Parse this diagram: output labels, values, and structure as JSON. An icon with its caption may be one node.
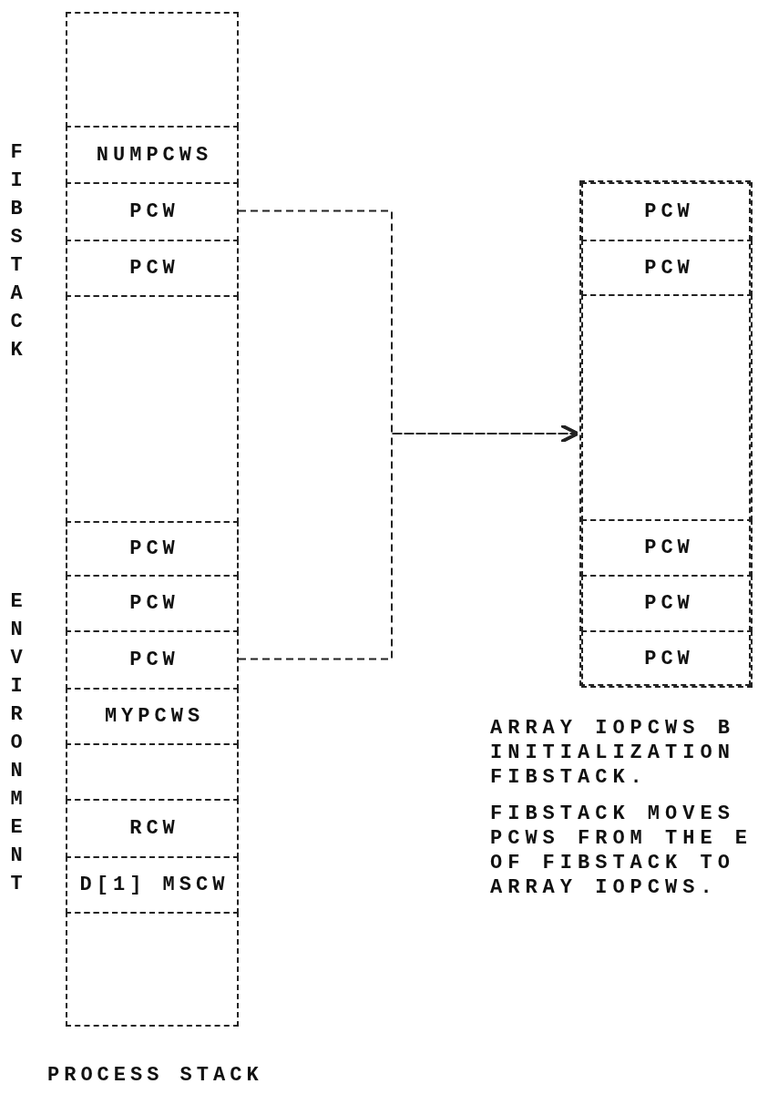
{
  "diagram": {
    "nodes": [
      {
        "text": [
          "PROCESS STACK"
        ]
      },
      {
        "text": [],
        "shape": "box",
        "in": 0
      },
      {
        "text": [
          "NUMPCWS"
        ],
        "in": 0
      },
      {
        "text": [
          "PCW"
        ],
        "in": 0
      },
      {
        "text": [
          "PCW"
        ],
        "in": 0
      },
      {
        "text": [],
        "shape": "box",
        "in": 0
      },
      {
        "text": [
          "PCW"
        ],
        "in": 0
      },
      {
        "text": [
          "PCW"
        ],
        "in": 0
      },
      {
        "text": [
          "PCW"
        ],
        "in": 0
      },
      {
        "text": [
          "MYPCWS"
        ],
        "in": 0
      },
      {
        "text": [],
        "shape": "box",
        "in": 0
      },
      {
        "text": [
          "RCW"
        ],
        "in": 0
      },
      {
        "text": [
          "D[1] MSCW"
        ],
        "in": 0
      },
      {
        "text": [],
        "shape": "box",
        "in": 0
      },
      {
        "text": [],
        "shape": "box"
      },
      {
        "text": [
          "PCW"
        ],
        "in": 14
      },
      {
        "text": [
          "PCW"
        ],
        "in": 14
      },
      {
        "text": [],
        "shape": "box",
        "in": 14
      },
      {
        "text": [
          "PCW"
        ],
        "in": 14
      },
      {
        "text": [
          "PCW"
        ],
        "in": 14
      },
      {
        "text": [
          "PCW"
        ],
        "in": 14
      }
    ],
    "edges": [
      {
        "from": 3,
        "to": 14,
        "arrow": "to",
        "style": "dashed"
      },
      {
        "from": 8,
        "to": 14,
        "arrow": "to",
        "style": "dashed"
      }
    ],
    "labels": [
      "FIBSTACK",
      "ENVIRONMENT",
      "ARRAY IOPCWS B INITIALIZATION FIBSTACK.",
      "FIBSTACK MOVES PCWS FROM THE E OF FIBSTACK TO ARRAY IOPCWS."
    ]
  }
}
